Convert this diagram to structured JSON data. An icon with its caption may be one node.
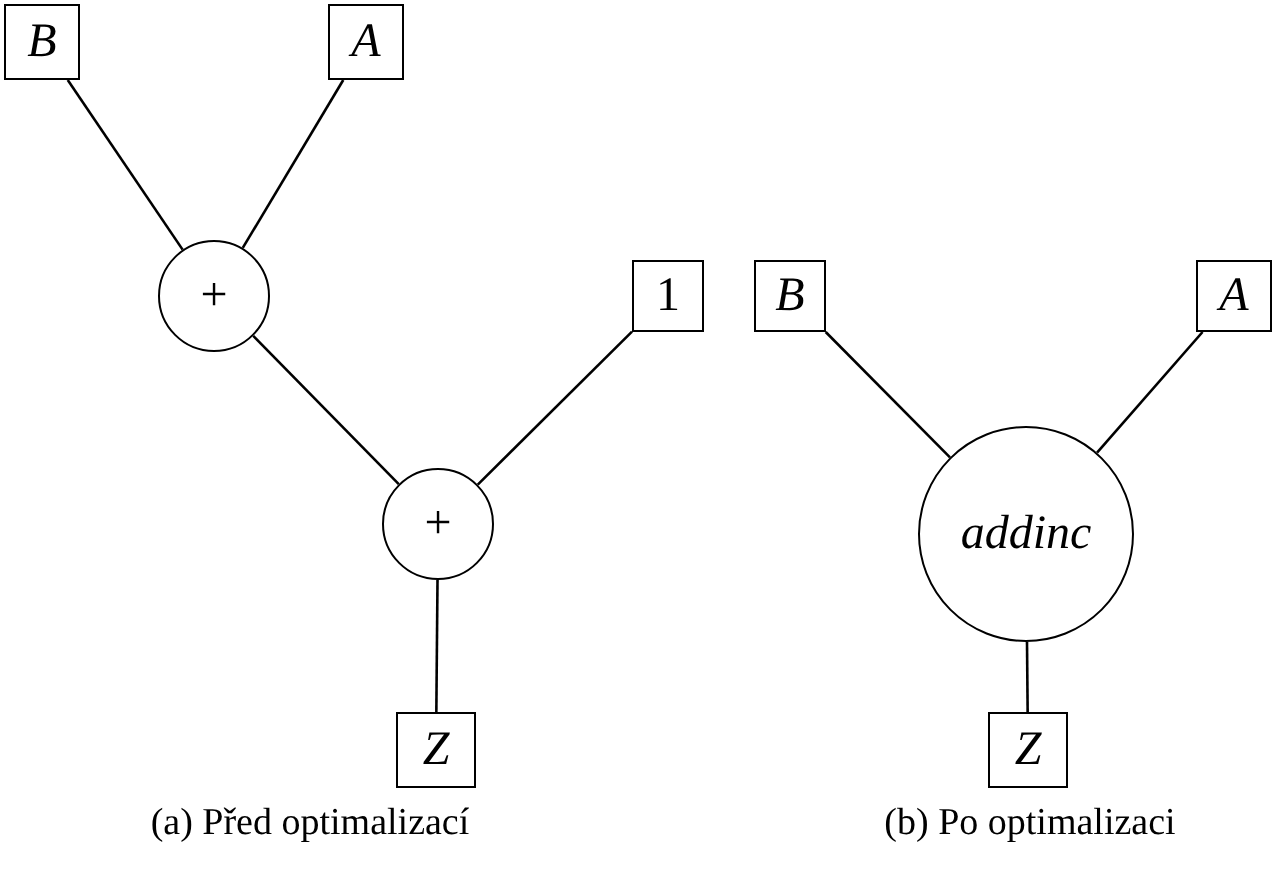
{
  "diagram": {
    "nodes": [
      {
        "text": [
          "B"
        ]
      },
      {
        "text": [
          "A"
        ]
      },
      {
        "text": [
          "+"
        ]
      },
      {
        "text": [
          "1"
        ]
      },
      {
        "text": [
          "+"
        ]
      },
      {
        "text": [
          "Z"
        ]
      },
      {
        "text": [
          "B"
        ]
      },
      {
        "text": [
          "A"
        ]
      },
      {
        "text": [
          "addinc"
        ]
      },
      {
        "text": [
          "Z"
        ]
      }
    ],
    "edges": [
      {
        "from": 0,
        "to": 2,
        "arrow": "none"
      },
      {
        "from": 1,
        "to": 2,
        "arrow": "none"
      },
      {
        "from": 2,
        "to": 4,
        "arrow": "none"
      },
      {
        "from": 3,
        "to": 4,
        "arrow": "none"
      },
      {
        "from": 4,
        "to": 5,
        "arrow": "none"
      },
      {
        "from": 6,
        "to": 8,
        "arrow": "none"
      },
      {
        "from": 7,
        "to": 8,
        "arrow": "none"
      },
      {
        "from": 8,
        "to": 9,
        "arrow": "none"
      }
    ],
    "labels": [
      "(a) Před optimalizací",
      "(b) Po optimalizaci"
    ]
  }
}
